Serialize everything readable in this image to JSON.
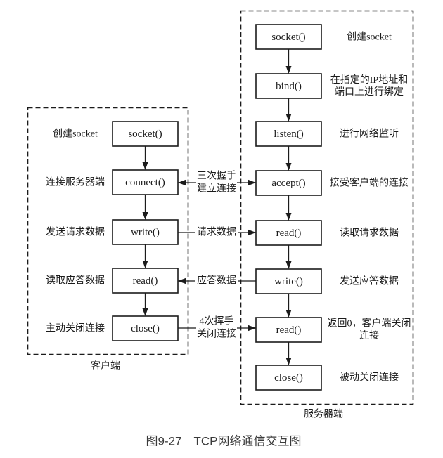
{
  "figure": {
    "caption": "图9-27　TCP网络通信交互图"
  },
  "colors": {
    "ink": "#1b1b1b",
    "caption_text": "#3a3a3a",
    "background": "#ffffff"
  },
  "client": {
    "panel_label": "客户端",
    "steps": [
      {
        "fn": "socket()",
        "note_lines": [
          "创建socket"
        ]
      },
      {
        "fn": "connect()",
        "note_lines": [
          "连接服务器端"
        ]
      },
      {
        "fn": "write()",
        "note_lines": [
          "发送请求数据"
        ]
      },
      {
        "fn": "read()",
        "note_lines": [
          "读取应答数据"
        ]
      },
      {
        "fn": "close()",
        "note_lines": [
          "主动关闭连接"
        ]
      }
    ]
  },
  "server": {
    "panel_label": "服务器端",
    "steps": [
      {
        "fn": "socket()",
        "note_lines": [
          "创建socket"
        ]
      },
      {
        "fn": "bind()",
        "note_lines": [
          "在指定的IP地址和",
          "端口上进行绑定"
        ]
      },
      {
        "fn": "listen()",
        "note_lines": [
          "进行网络监听"
        ]
      },
      {
        "fn": "accept()",
        "note_lines": [
          "接受客户端的连接"
        ]
      },
      {
        "fn": "read()",
        "note_lines": [
          "读取请求数据"
        ]
      },
      {
        "fn": "write()",
        "note_lines": [
          "发送应答数据"
        ]
      },
      {
        "fn": "read()",
        "note_lines": [
          "返回0，客户端关闭",
          "连接"
        ]
      },
      {
        "fn": "close()",
        "note_lines": [
          "被动关闭连接"
        ]
      }
    ]
  },
  "links": [
    {
      "label_lines": [
        "三次握手",
        "建立连接"
      ],
      "direction": "bidirectional"
    },
    {
      "label_lines": [
        "请求数据"
      ],
      "direction": "client-to-server"
    },
    {
      "label_lines": [
        "应答数据"
      ],
      "direction": "server-to-client"
    },
    {
      "label_lines": [
        "4次挥手",
        "关闭连接"
      ],
      "direction": "client-to-server"
    }
  ]
}
